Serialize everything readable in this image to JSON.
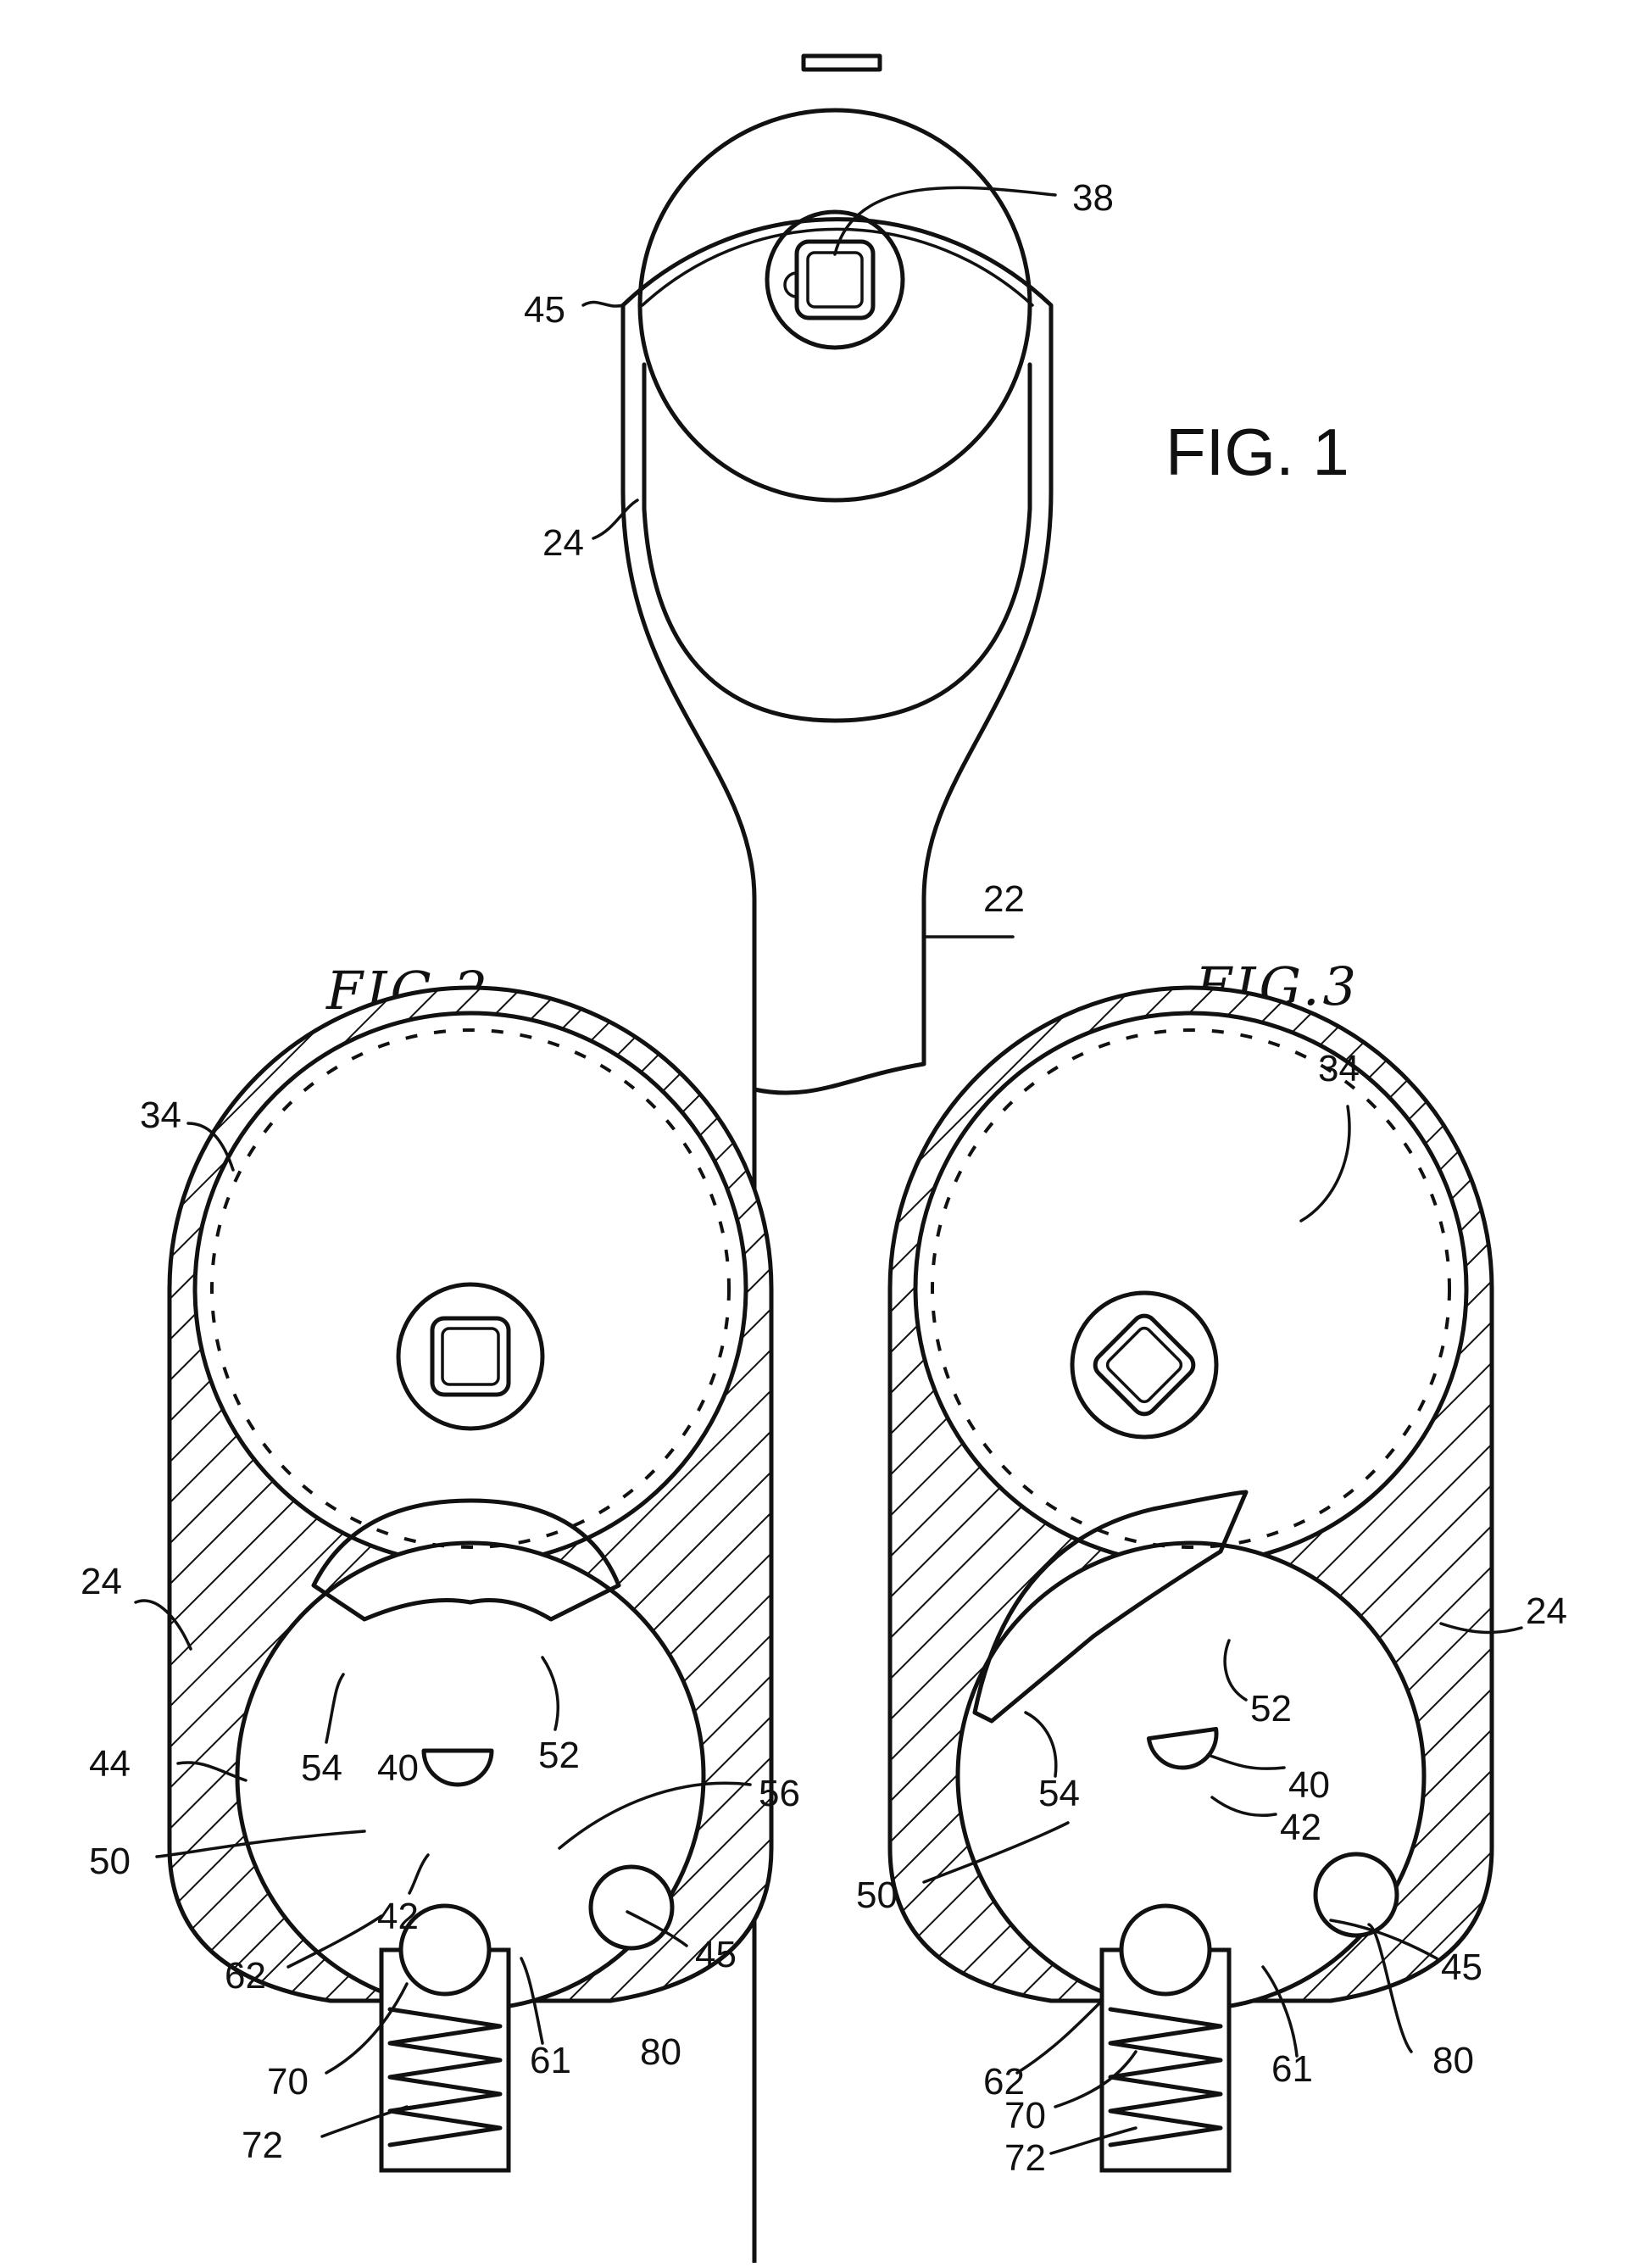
{
  "figures": {
    "fig1": {
      "title": "FIG. 1",
      "refs": {
        "r38": "38",
        "r45": "45",
        "r24": "24",
        "r22": "22"
      }
    },
    "fig2": {
      "title": "FIG.2",
      "refs": {
        "r34": "34",
        "r24": "24",
        "r44": "44",
        "r54": "54",
        "r40": "40",
        "r52": "52",
        "r56": "56",
        "r50": "50",
        "r42": "42",
        "r45": "45",
        "r62": "62",
        "r80": "80",
        "r61": "61",
        "r70": "70",
        "r72": "72"
      }
    },
    "fig3": {
      "title": "FIG.3",
      "refs": {
        "r34": "34",
        "r24": "24",
        "r52": "52",
        "r54": "54",
        "r40": "40",
        "r50": "50",
        "r42": "42",
        "r45": "45",
        "r62": "62",
        "r80": "80",
        "r70": "70",
        "r61": "61",
        "r72": "72"
      }
    }
  },
  "style": {
    "line_color": "#111111",
    "background": "#ffffff"
  }
}
